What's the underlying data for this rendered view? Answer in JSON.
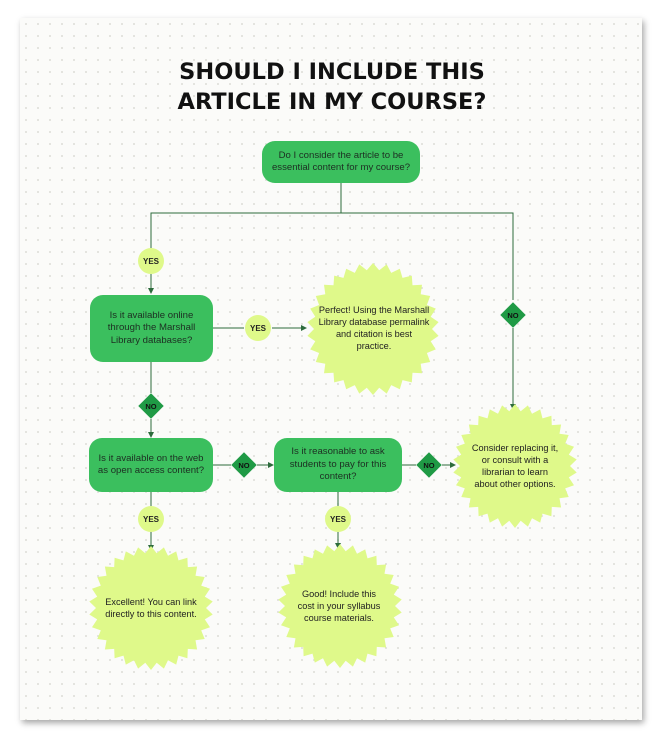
{
  "title": {
    "line1": "SHOULD I INCLUDE THIS",
    "line2": "ARTICLE IN MY COURSE?"
  },
  "nodes": {
    "q_essential": "Do I consider the article to be essential content for my course?",
    "q_library": "Is it available online through the Marshall Library databases?",
    "q_web": "Is it available on the web as open access content?",
    "q_pay": "Is it reasonable to ask students to pay for this content?",
    "a_library": "Perfect! Using the Marshall Library database permalink and citation is best practice.",
    "a_web": "Excellent! You can link directly to this content.",
    "a_pay": "Good! Include this cost in your syllabus course materials.",
    "a_replace": "Consider replacing it, or consult with a librarian to learn about other options."
  },
  "labels": {
    "yes": "YES",
    "no": "NO"
  },
  "colors": {
    "question_box": "#3bbf5e",
    "answer_burst": "#dff98a",
    "no_diamond": "#1f9a45",
    "connector": "#2d6b3c"
  }
}
